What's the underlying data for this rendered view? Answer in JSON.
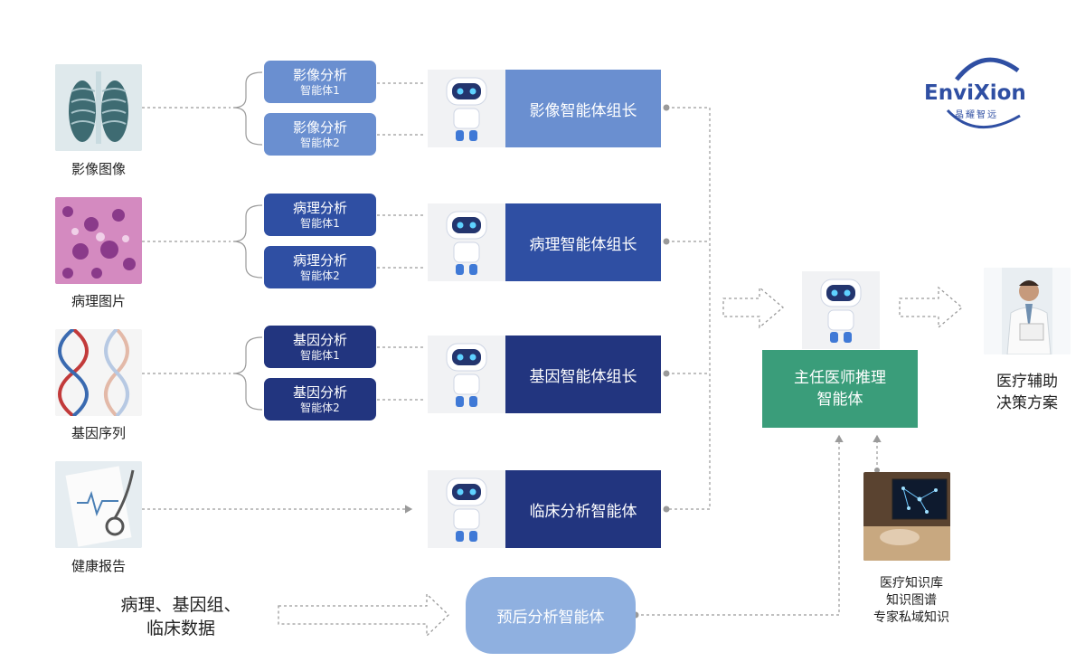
{
  "logo": {
    "brand": "EnviXion",
    "brand_cn": "晶耀智远"
  },
  "inputs": [
    {
      "label": "影像图像",
      "icon": "xray-image-icon"
    },
    {
      "label": "病理图片",
      "icon": "pathology-slide-icon"
    },
    {
      "label": "基因序列",
      "icon": "dna-helix-icon"
    },
    {
      "label": "健康报告",
      "icon": "health-report-icon"
    }
  ],
  "sub_agents": [
    {
      "title": "影像分析",
      "sub": "智能体1"
    },
    {
      "title": "影像分析",
      "sub": "智能体2"
    },
    {
      "title": "病理分析",
      "sub": "智能体1"
    },
    {
      "title": "病理分析",
      "sub": "智能体2"
    },
    {
      "title": "基因分析",
      "sub": "智能体1"
    },
    {
      "title": "基因分析",
      "sub": "智能体2"
    }
  ],
  "leaders": [
    {
      "label": "影像智能体组长",
      "color": "#6a8fd0"
    },
    {
      "label": "病理智能体组长",
      "color": "#2f4fa3"
    },
    {
      "label": "基因智能体组长",
      "color": "#22357f"
    },
    {
      "label": "临床分析智能体",
      "color": "#22357f"
    }
  ],
  "clinical_data": {
    "line1": "病理、基因组、",
    "line2": "临床数据"
  },
  "prognosis": {
    "label": "预后分析智能体",
    "color": "#8fb0e0"
  },
  "chief": {
    "line1": "主任医师推理",
    "line2": "智能体",
    "color": "#3a9d7a"
  },
  "output": {
    "line1": "医疗辅助",
    "line2": "决策方案"
  },
  "knowledge": {
    "line1": "医疗知识库",
    "line2": "知识图谱",
    "line3": "专家私域知识"
  },
  "colors": {
    "sub_light": "#6a8fd0",
    "sub_mid": "#2f4fa3",
    "sub_dark": "#22357f",
    "wire": "#9a9a9a"
  }
}
